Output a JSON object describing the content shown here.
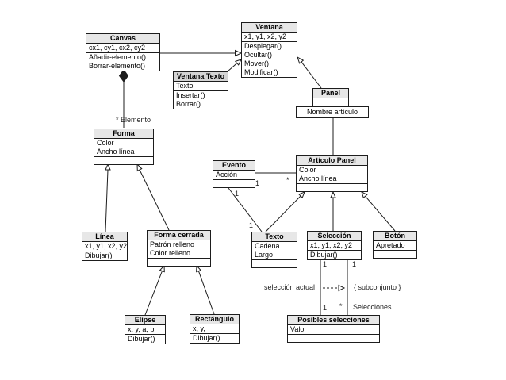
{
  "diagram": {
    "classes": {
      "canvas": {
        "title": "Canvas",
        "attributes": [
          "cx1, cy1, cx2, cy2"
        ],
        "methods": [
          "Añadir-elemento()",
          "Borrar-elemento()"
        ]
      },
      "ventana": {
        "title": "Ventana",
        "attributes": [
          "x1, y1, x2, y2"
        ],
        "methods": [
          "Desplegar()",
          "Ocultar()",
          "Mover()",
          "Modificar()"
        ]
      },
      "ventana_texto": {
        "title": "Ventana Texto",
        "attributes": [
          "Texto"
        ],
        "methods": [
          "Insertar()",
          "Borrar()"
        ]
      },
      "panel": {
        "title": "Panel"
      },
      "nombre_articulo": {
        "title": "Nombre artículo"
      },
      "forma": {
        "title": "Forma",
        "attributes": [
          "Color",
          "Ancho línea"
        ]
      },
      "evento": {
        "title": "Evento",
        "attributes": [
          "Acción"
        ]
      },
      "articulo_panel": {
        "title": "Artículo Panel",
        "attributes": [
          "Color",
          "Ancho línea"
        ]
      },
      "linea": {
        "title": "Línea",
        "attributes": [
          "x1, y1, x2, y2"
        ],
        "methods": [
          "Dibujar()"
        ]
      },
      "forma_cerrada": {
        "title": "Forma cerrada",
        "attributes": [
          "Patrón relleno",
          "Color relleno"
        ]
      },
      "texto": {
        "title": "Texto",
        "attributes": [
          "Cadena",
          "Largo"
        ]
      },
      "seleccion": {
        "title": "Selección",
        "attributes": [
          "x1, y1, x2, y2"
        ],
        "methods": [
          "Dibujar()"
        ]
      },
      "boton": {
        "title": "Botón",
        "attributes": [
          "Apretado"
        ]
      },
      "elipse": {
        "title": "Elipse",
        "attributes": [
          "x, y, a, b"
        ],
        "methods": [
          "Dibujar()"
        ]
      },
      "rectangulo": {
        "title": "Rectángulo",
        "attributes": [
          "x, y,"
        ],
        "methods": [
          "Dibujar()"
        ]
      },
      "posibles_selecciones": {
        "title": "Posibles selecciones",
        "attributes": [
          "Valor"
        ]
      }
    },
    "labels": {
      "elemento": "* Elemento",
      "seleccion_actual": "selección actual",
      "subconjunto": "{ subconjunto }",
      "selecciones": "Selecciones"
    },
    "multiplicities": {
      "evento_ap_uno": "1",
      "evento_ap_muchos": "*",
      "evento_texto_uno": "1",
      "texto_evento_uno": "1",
      "sel_izq_arriba": "1",
      "sel_der_arriba": "1",
      "sel_izq_abajo": "1",
      "sel_der_abajo": "*"
    },
    "colors": {
      "line": "#1d1d1d",
      "header_bg": "#e7e7e7",
      "header_bg_dark": "#d4d4d4",
      "box_bg": "#ffffff",
      "page_bg": "#ffffff"
    }
  }
}
